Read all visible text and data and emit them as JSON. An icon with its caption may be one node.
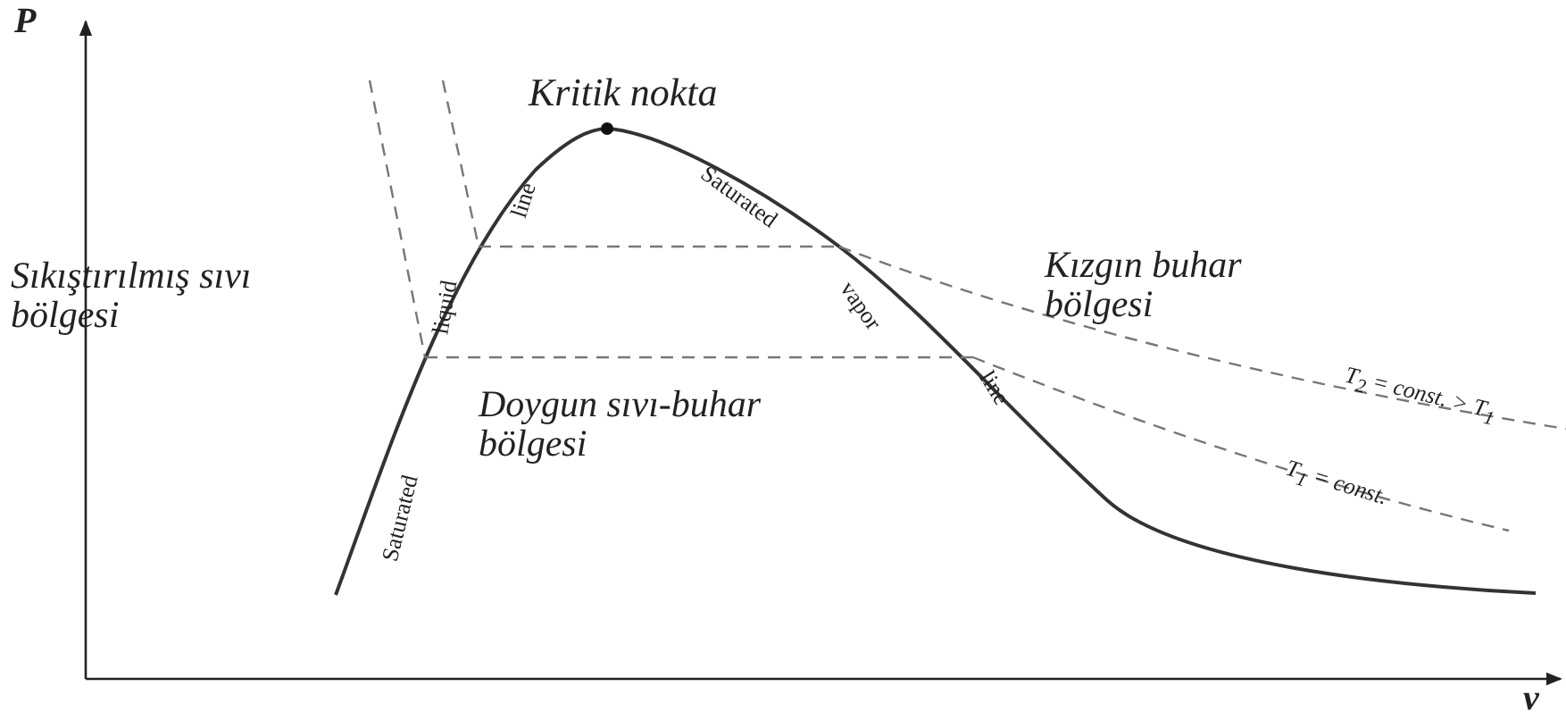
{
  "diagram": {
    "labels": [
      "P",
      "Kritik nokta",
      "line",
      "Saturated",
      "Sıkıştırılmış sıvı bölgesi",
      "liquid",
      "vapor",
      "Kızgın buhar bölgesi",
      "line",
      "Saturated",
      "Doygun sıvı-buhar bölgesi",
      "T$_{2}$ = const. > T$_{1}$",
      "T$_{1}$ = const.",
      "v"
    ]
  }
}
